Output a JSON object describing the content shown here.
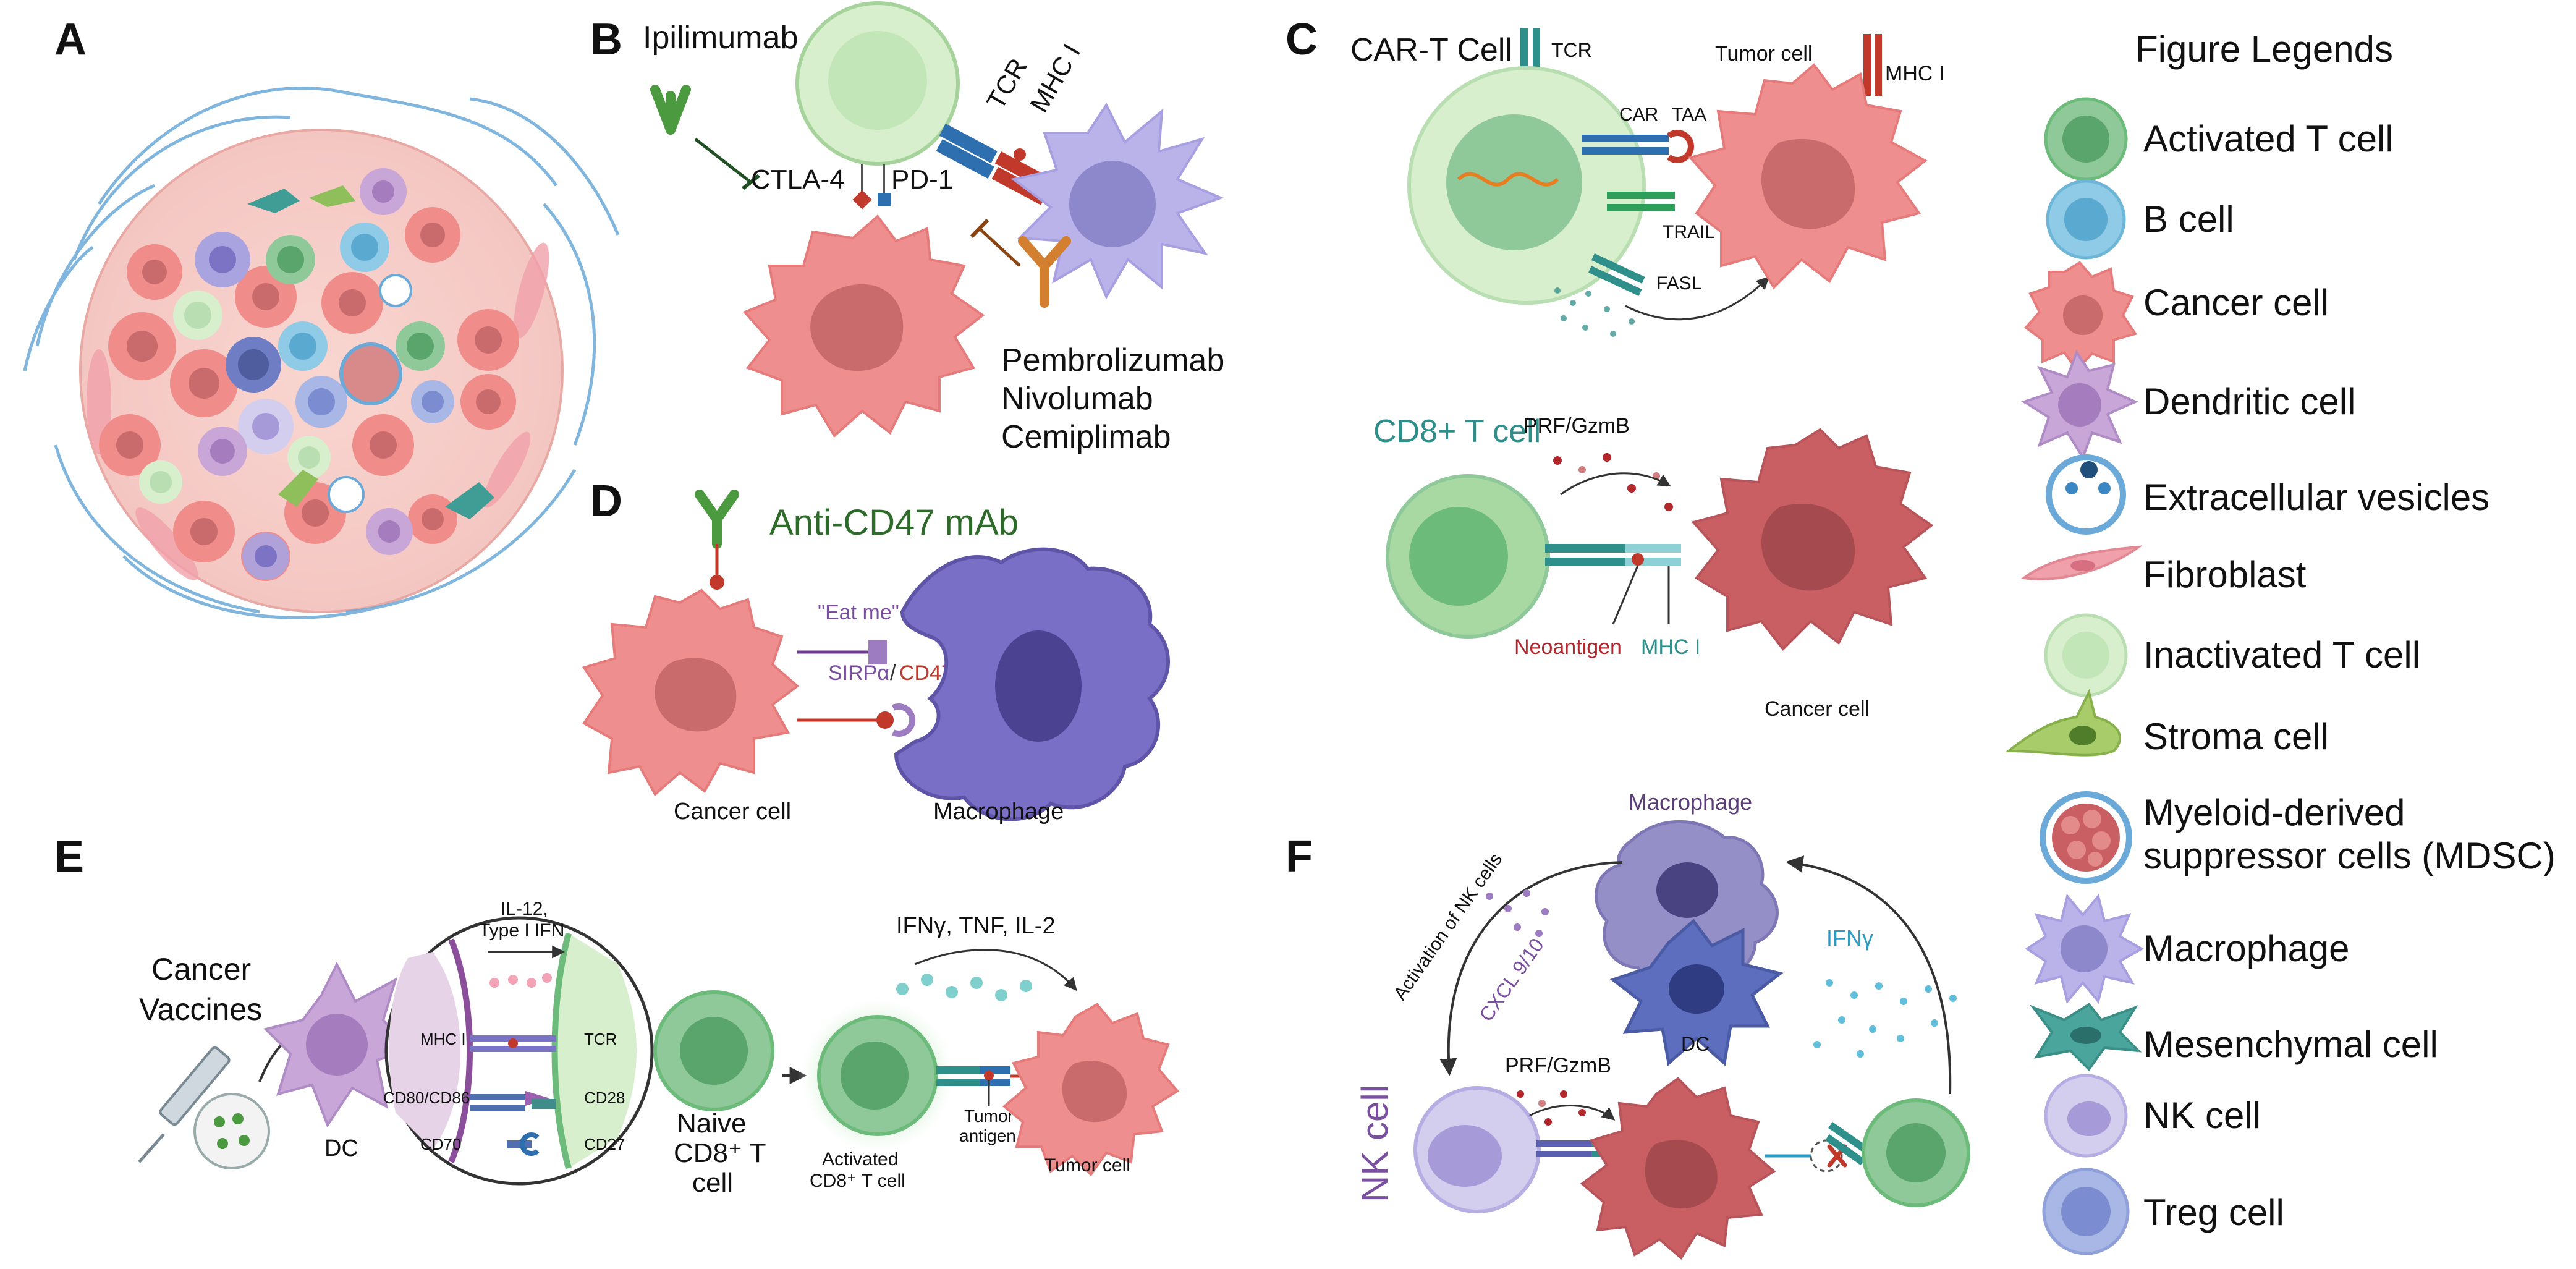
{
  "panels": {
    "a": {
      "letter": "A"
    },
    "b": {
      "letter": "B",
      "drug_top": "Ipilimumab",
      "ctla4": "CTLA-4",
      "pd1": "PD-1",
      "tcr": "TCR",
      "mhc": "MHC I",
      "drugs": [
        "Pembrolizumab",
        "Nivolumab",
        "Cemiplimab"
      ]
    },
    "c": {
      "letter": "C",
      "cart": "CAR-T Cell",
      "tcr": "TCR",
      "tumor": "Tumor cell",
      "mhc": "MHC I",
      "car": "CAR",
      "taa": "TAA",
      "trail": "TRAIL",
      "fasl": "FASL",
      "cd8": "CD8+ T cell",
      "prf": "PRF/GzmB",
      "neoantigen": "Neoantigen",
      "mhc2": "MHC I",
      "cancer": "Cancer cell"
    },
    "d": {
      "letter": "D",
      "antibody": "Anti-CD47 mAb",
      "eatme": "\"Eat me\"",
      "sirpa": "SIRPα",
      "slash": "/",
      "cd47": "CD47",
      "cancer": "Cancer cell",
      "macrophage": "Macrophage"
    },
    "e": {
      "letter": "E",
      "vaccines_1": "Cancer",
      "vaccines_2": "Vaccines",
      "dc": "DC",
      "il12_1": "IL-12,",
      "il12_2": "Type I IFN",
      "mhc": "MHC I",
      "cd80": "CD80/CD86",
      "cd70": "CD70",
      "tcr": "TCR",
      "cd28": "CD28",
      "cd27": "CD27",
      "naive_1": "Naive",
      "naive_2": "CD8⁺ T",
      "naive_3": "cell",
      "ifn": "IFNγ, TNF, IL-2",
      "activated_1": "Activated",
      "activated_2": "CD8⁺ T cell",
      "tumor_antigen_1": "Tumor",
      "tumor_antigen_2": "antigen",
      "tumor_cell": "Tumor cell"
    },
    "f": {
      "letter": "F",
      "macrophage": "Macrophage",
      "dc": "DC",
      "activation": "Activation of NK cells",
      "cxcl": "CXCL 9/10",
      "ifng": "IFNγ",
      "prf": "PRF/GzmB",
      "nk": "NK cell"
    }
  },
  "legend": {
    "title": "Figure Legends",
    "items": [
      {
        "label": "Activated T cell",
        "icon": "activated-t-cell-icon"
      },
      {
        "label": "B cell",
        "icon": "b-cell-icon"
      },
      {
        "label": "Cancer cell",
        "icon": "cancer-cell-icon"
      },
      {
        "label": "Dendritic cell",
        "icon": "dendritic-cell-icon"
      },
      {
        "label": "Extracellular vesicles",
        "icon": "extracellular-vesicles-icon"
      },
      {
        "label": "Fibroblast",
        "icon": "fibroblast-icon"
      },
      {
        "label": "Inactivated T cell",
        "icon": "inactivated-t-cell-icon"
      },
      {
        "label": "Stroma cell",
        "icon": "stroma-cell-icon"
      },
      {
        "label": "Myeloid-derived",
        "label2": "suppressor cells (MDSC)",
        "icon": "mdsc-icon"
      },
      {
        "label": "Macrophage",
        "icon": "macrophage-icon"
      },
      {
        "label": "Mesenchymal cell",
        "icon": "mesenchymal-cell-icon"
      },
      {
        "label": "NK cell",
        "icon": "nk-cell-icon"
      },
      {
        "label": "Treg cell",
        "icon": "treg-cell-icon"
      }
    ]
  },
  "colors": {
    "t_active": "#8fc99a",
    "t_inactive": "#d7efcc",
    "cancer": "#ef8e8e",
    "cancer_nucleus": "#c96a6c",
    "macrophage": "#a9a3e0",
    "dc": "#c8a7d8",
    "b_cell": "#8fcbe6",
    "nk": "#d3cdee",
    "treg": "#a9b7e6",
    "antibody_green": "#4b9a3f",
    "antibody_orange": "#d2802f",
    "teal": "#2f8f8a",
    "purple_text": "#7b4fa0",
    "red_text": "#b3282d"
  }
}
